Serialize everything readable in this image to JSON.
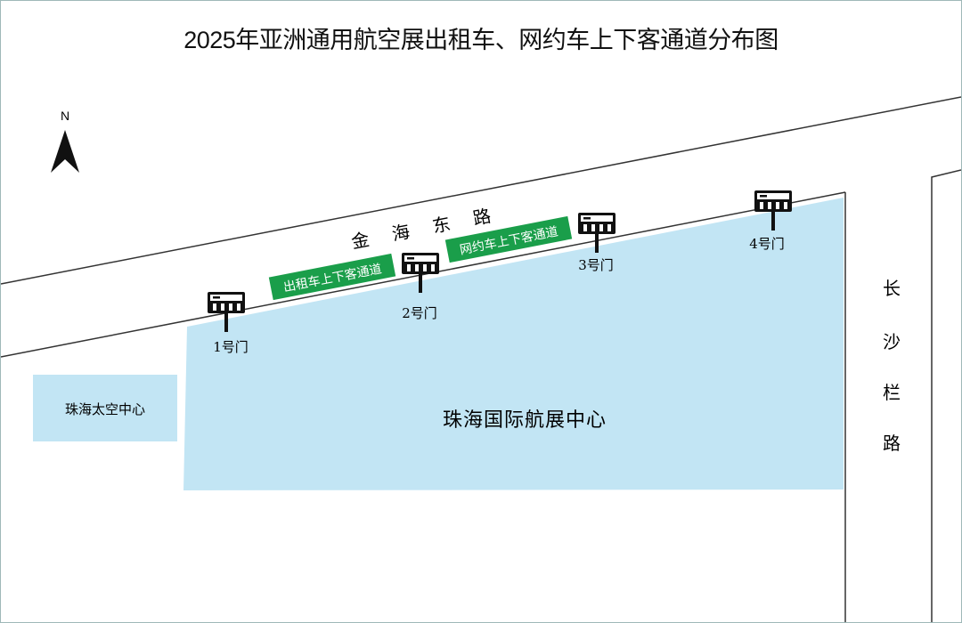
{
  "title": "2025年亚洲通用航空展出租车、网约车上下客通道分布图",
  "north_label": "N",
  "roads": {
    "jinhai": "金 海 东 路",
    "changsha": [
      "长",
      "沙",
      "栏",
      "路"
    ]
  },
  "lanes": {
    "taxi": "出租车上下客通道",
    "ride_hailing": "网约车上下客通道"
  },
  "gates": [
    "1号门",
    "2号门",
    "3号门",
    "4号门"
  ],
  "buildings": {
    "space_center": "珠海太空中心",
    "airshow_center": "珠海国际航展中心"
  },
  "colors": {
    "venue": "#c2e5f4",
    "lane": "#1a9e4a",
    "lane_text": "#ffffff"
  }
}
